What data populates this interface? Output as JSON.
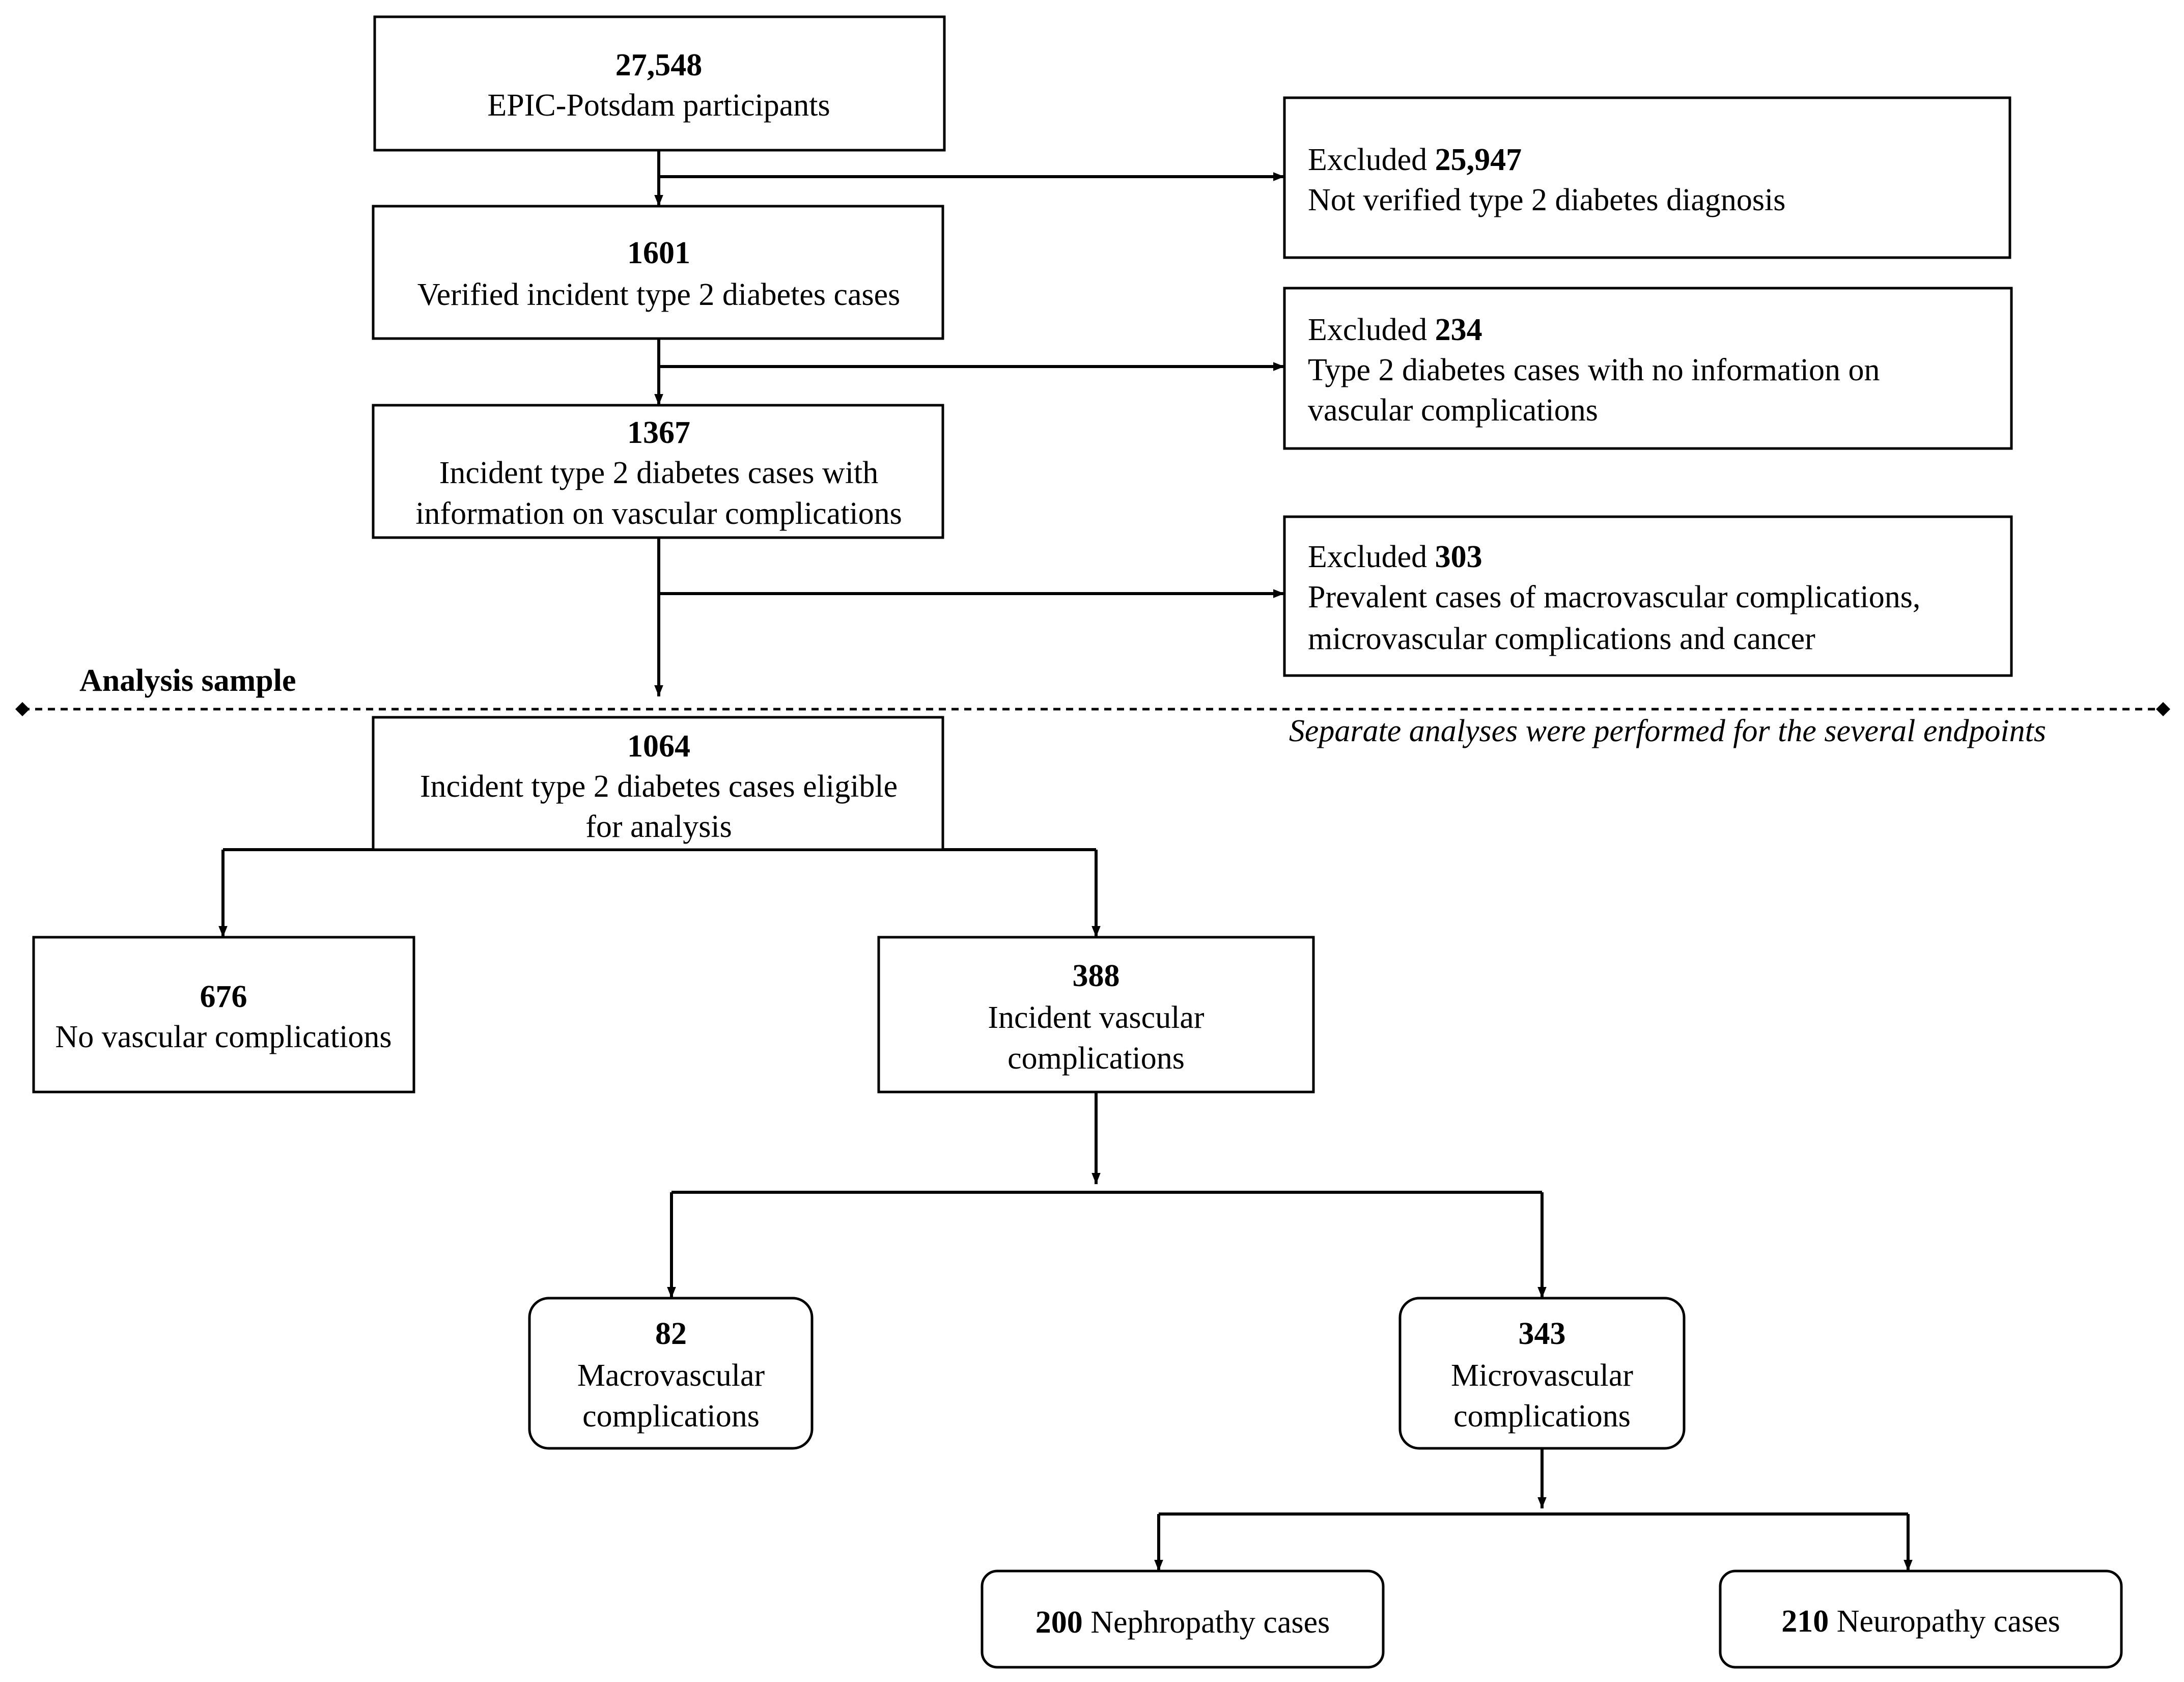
{
  "flowchart": {
    "nodes": {
      "participants": {
        "count": "27,548",
        "label": "EPIC-Potsdam participants"
      },
      "verified": {
        "count": "1601",
        "label": "Verified incident type 2 diabetes cases"
      },
      "with_info": {
        "count": "1367",
        "lines": [
          "Incident type 2 diabetes cases with",
          "information on vascular complications"
        ]
      },
      "eligible": {
        "count": "1064",
        "lines": [
          "Incident type 2 diabetes cases eligible",
          "for analysis"
        ]
      },
      "no_complications": {
        "count": "676",
        "label": "No vascular complications"
      },
      "incident_vascular": {
        "count": "388",
        "lines": [
          "Incident vascular",
          "complications"
        ]
      },
      "macrovascular": {
        "count": "82",
        "lines": [
          "Macrovascular",
          "complications"
        ]
      },
      "microvascular": {
        "count": "343",
        "lines": [
          "Microvascular",
          "complications"
        ]
      },
      "nephropathy": {
        "count": "200",
        "label": "Nephropathy cases"
      },
      "neuropathy": {
        "count": "210",
        "label": "Neuropathy cases"
      }
    },
    "exclusions": [
      {
        "prefix": "Excluded",
        "count": "25,947",
        "lines": [
          "Not verified type 2 diabetes diagnosis"
        ]
      },
      {
        "prefix": "Excluded",
        "count": "234",
        "lines": [
          "Type 2 diabetes cases with no information on",
          "vascular complications"
        ]
      },
      {
        "prefix": "Excluded",
        "count": "303",
        "lines": [
          "Prevalent cases of macrovascular complications,",
          "microvascular complications and cancer"
        ]
      }
    ],
    "divider": {
      "label": "Analysis sample",
      "note": "Separate analyses were performed for the several endpoints"
    }
  }
}
